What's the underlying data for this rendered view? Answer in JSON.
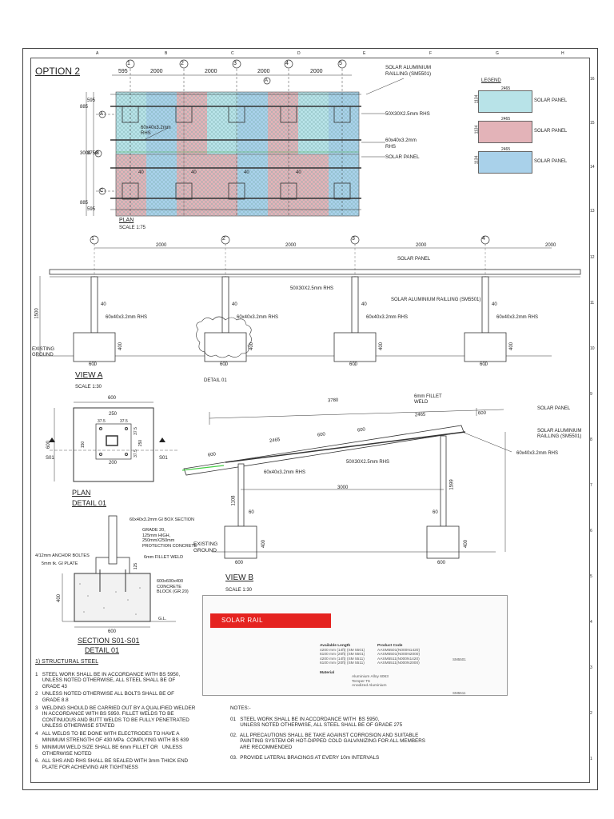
{
  "title": "OPTION 2",
  "grid": {
    "top_letters": [
      "A",
      "B",
      "C",
      "D",
      "E",
      "F",
      "G",
      "H"
    ],
    "side_numbers": [
      "16",
      "15",
      "14",
      "13",
      "12",
      "11",
      "10",
      "9",
      "8",
      "7",
      "6",
      "5",
      "4",
      "3",
      "2",
      "1"
    ],
    "circles": [
      "1",
      "2",
      "3",
      "4",
      "5"
    ],
    "row_circles": [
      "A",
      "B",
      "C"
    ]
  },
  "plan": {
    "dims_top": [
      "595",
      "2000",
      "2000",
      "2000",
      "2000"
    ],
    "dims_left": [
      "595",
      "885",
      "3000",
      "3750",
      "885",
      "595"
    ],
    "dims_40": [
      "40",
      "40",
      "40",
      "40"
    ],
    "labels": {
      "rhs_main": "60x40x3.2mm\nRHS",
      "rail": "SOLAR ALUMINIUM\nRAILLING (SM5501)",
      "rhs_small": "50X30X2.5mm RHS",
      "rhs_right": "60x40x3.2mm\nRHS",
      "panel": "SOLAR PANEL"
    },
    "caption": "PLAN",
    "scale": "SCALE 1:75"
  },
  "legend": {
    "title": "LEGEND",
    "dim_w": "2465",
    "dim_h": "1134",
    "items": [
      "SOLAR PANEL",
      "SOLAR PANEL",
      "SOLAR PANEL"
    ],
    "colors": [
      "#b8e3e8",
      "#e3b3b8",
      "#a9d1ea"
    ]
  },
  "view_a": {
    "dims": [
      "2000",
      "2000",
      "2000",
      "2000"
    ],
    "height": "1500",
    "footing_h": "400",
    "footing_w": "600",
    "post_40": "40",
    "labels": {
      "panel": "SOLAR PANEL",
      "rhs_small": "50X30X2.5mm RHS",
      "rail": "SOLAR ALUMINIUM RAILLING (SM5501)",
      "rhs": "60x40x3.2mm RHS",
      "ground": "EXISTING\nGROUND",
      "detail": "DETAIL 01"
    },
    "caption": "VIEW A",
    "scale": "SCALE 1:30"
  },
  "plan_detail": {
    "dims": [
      "600",
      "250",
      "37.5",
      "37.5",
      "150",
      "200",
      "600",
      "37.5",
      "250",
      "37.5"
    ],
    "section": "S01",
    "caption": "PLAN",
    "sub": "DETAIL 01"
  },
  "section": {
    "labels": {
      "box": "60x40x3.2mm GI BOX SECTION",
      "grade": "GRADE 20,\n125mm HIGH,\n250mmX250mm\nPROTECTION CONCRETE",
      "weld": "6mm FILLET WELD",
      "bolts": "4/12mm ANCHOR BOLTES",
      "plate": "5mm tk. GI PLATE",
      "block": "600x600x400\nCONCRETE\nBLOCK (GR.20)",
      "gl": "G.L."
    },
    "dims": [
      "125",
      "400",
      "600"
    ],
    "caption": "SECTION S01-S01",
    "sub": "DETAIL 01"
  },
  "view_b": {
    "dims": [
      "3780",
      "2465",
      "600",
      "600",
      "2465",
      "600",
      "600",
      "3000",
      "1108",
      "1599",
      "60",
      "60",
      "400",
      "400",
      "600",
      "600"
    ],
    "labels": {
      "weld": "6mm FILLET\nWELD",
      "panel": "SOLAR PANEL",
      "rail": "SOLAR ALUMINIUM\nRAILLING (SM5501)",
      "rhs": "60x40x3.2mm RHS",
      "rhs_small": "50X30X2.5mm RHS",
      "rhs_left": "60x40x3.2mm RHS",
      "ground": "EXISTING\nGROUND"
    },
    "caption": "VIEW B",
    "scale": "SCALE 1:30"
  },
  "solar_rail": {
    "heading": "SOLAR RAIL",
    "col1_title": "Available Length",
    "col2_title": "Product Code",
    "lengths": [
      "4200 mm (14ft) (SM 5501)",
      "6100 mm (20ft) (SM 5501)",
      "4200 mm (14ft) (SM 5511)",
      "6100 mm (20ft) (SM 5511)"
    ],
    "codes": [
      "AASM5501(N000N1420)",
      "AASM5501(N000N2000)",
      "AASM5511(N000N1420)",
      "AASM5511(N000N2000)"
    ],
    "material_label": "Material",
    "material": "Aluminium Alloy 6063\nTemper T6\nAnodized Aluminium",
    "profiles": [
      "SM5501",
      "SM5511"
    ]
  },
  "structural_steel": {
    "heading": "1) STRUCTURAL STEEL",
    "items": [
      "1   STEEL WORK SHALL BE IN ACCORDANCE WITH BS 5950,\n     UNLESS NOTED OTHERWISE, ALL STEEL SHALL BE OF\n     GRADE 43",
      "2   UNLESS NOTED OTHERWISE ALL BOLTS SHALL BE OF\n     GRADE 8.8",
      "3   WELDING SHOULD BE CARRIED OUT BY A QUALIFIED WELDER\n     IN ACCORDANCE WITH BS 5950. FILLET WELDS TO BE\n     CONTINUOUS AND BUTT WELDS TO BE FULLY PENETRATED\n     UNLESS OTHERWISE STATED",
      "4   ALL WELDS TO BE DONE WITH ELECTRODES TO HAVE A\n     MINIMUM STRENGTH OF 430 MPa  COMPLYING WITH BS 639",
      "5   MINIMUM WELD SIZE SHALL BE 6mm FILLET OR   UNLESS\n     OTHERWISE NOTED",
      "6.  ALL SHS AND RHS SHALL BE SEALED WITH 3mm THICK END\n     PLATE FOR ACHIEVING AIR TIGHTNESS"
    ]
  },
  "notes": {
    "heading": "NOTES:-",
    "items": [
      "01   STEEL WORK SHALL BE IN ACCORDANCE WITH  BS 5950,\n       UNLESS NOTED OTHERWISE, ALL STEEL SHALL BE OF GRADE 275",
      "02.  ALL PRECAUTIONS SHALL BE TAKE AGAINST CORROSION AND SUITABLE\n       PAINTING SYSTEM OR HOT-DIPPED COLD GALVANIZING FOR ALL MEMBERS\n       ARE RECOMMENDED",
      "03.  PROVIDE LATERAL BRACINGS AT EVERY 10m INTERVALS"
    ]
  }
}
